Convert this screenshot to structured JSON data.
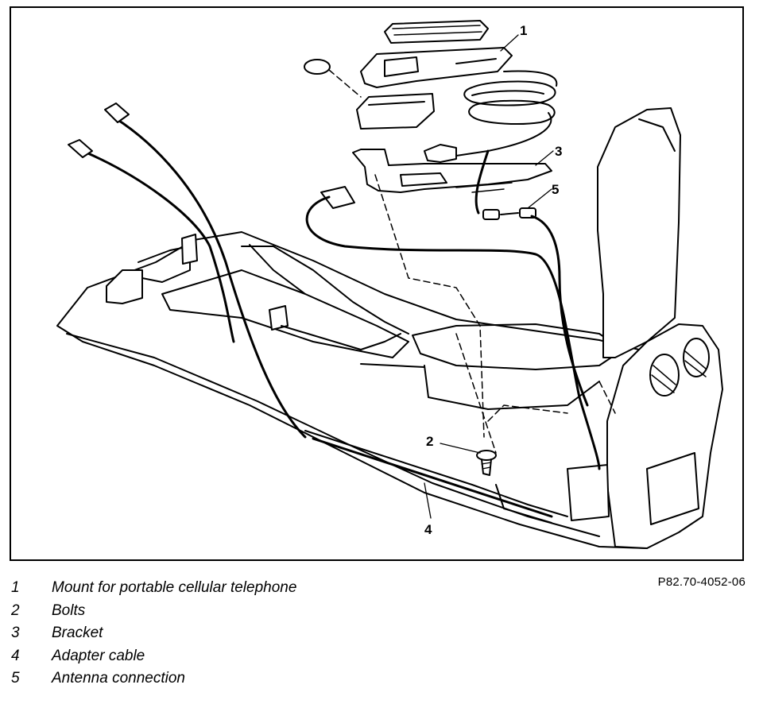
{
  "diagram": {
    "callouts": [
      "1",
      "2",
      "3",
      "4",
      "5"
    ]
  },
  "legend": [
    {
      "num": "1",
      "text": "Mount for portable cellular telephone"
    },
    {
      "num": "2",
      "text": "Bolts"
    },
    {
      "num": "3",
      "text": "Bracket"
    },
    {
      "num": "4",
      "text": "Adapter cable"
    },
    {
      "num": "5",
      "text": "Antenna connection"
    }
  ],
  "reference_code": "P82.70-4052-06"
}
